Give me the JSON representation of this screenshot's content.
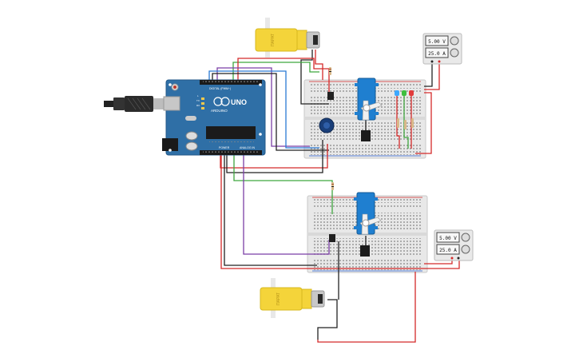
{
  "arduino": {
    "brand": "ARDUINO",
    "model": "UNO",
    "digital_label": "DIGITAL (PWM~)",
    "power_label": "POWER",
    "analog_label": "ANALOG IN",
    "tx_label": "TX",
    "rx_label": "RX",
    "l_label": "L"
  },
  "motors": [
    {
      "label": "ПАРАТ"
    },
    {
      "label": "ПАРАТ"
    }
  ],
  "power_supplies": [
    {
      "voltage": "5.00 V",
      "current": "25.0 A"
    },
    {
      "voltage": "5.00 V",
      "current": "25.0 A"
    }
  ],
  "colors": {
    "board": "#2f6fa6",
    "breadboard": "#e9e9e9",
    "motor": "#f4d43a",
    "wire_red": "#d42a2a",
    "wire_black": "#222222",
    "wire_green": "#3fa63f",
    "wire_purple": "#7b3fa6",
    "wire_blue": "#2a7ad4",
    "servo": "#1f7fd0"
  }
}
